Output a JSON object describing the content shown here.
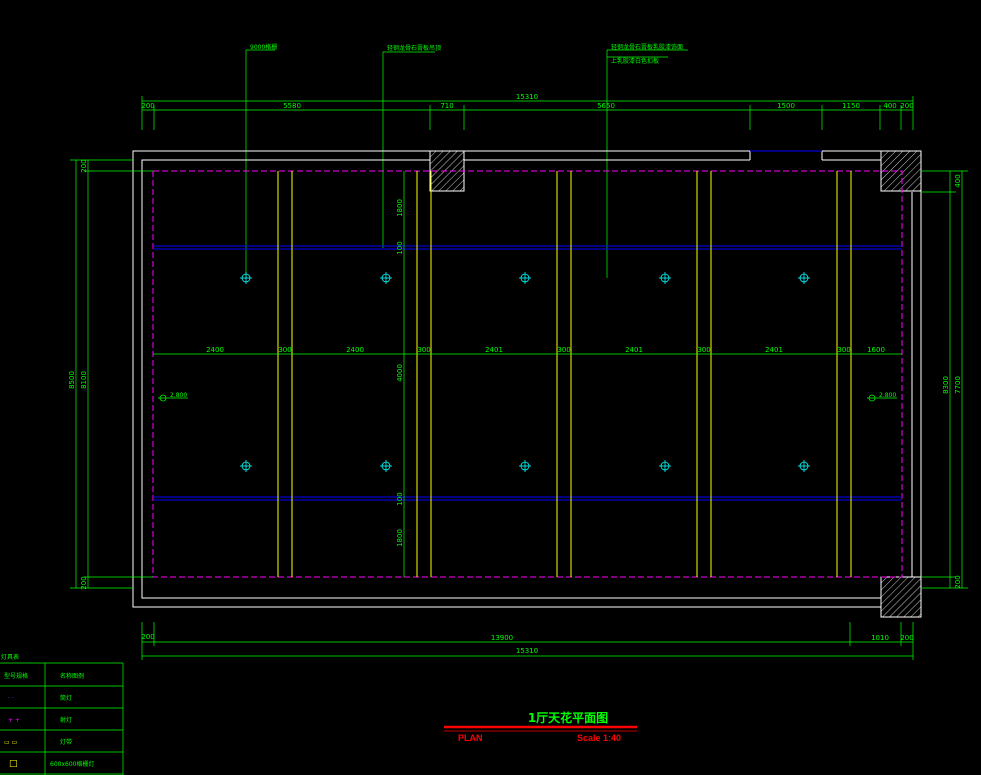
{
  "drawing": {
    "title": "1厅天花平面图",
    "plan_label": "PLAN",
    "scale_label": "Scale 1:40"
  },
  "colors": {
    "background": "#000000",
    "wall": "#ffffff",
    "dimension": "#00ff00",
    "beam": "#0000ff",
    "light_strip": "#ffff00",
    "outline": "#ff00ff",
    "fixture": "#00ffff",
    "title_bar": "#ff0000"
  },
  "annotations": {
    "note1": "9000格栅",
    "note2": "轻钢龙骨石膏板吊顶",
    "note3": "轻钢龙骨石膏板乳胶漆饰面",
    "note4": "上乳胶漆白色扣板",
    "elev_left": "2.800",
    "elev_right": "2.800"
  },
  "dims_top": {
    "total": "15310",
    "segments": [
      "200",
      "5580",
      "710",
      "5650",
      "1500",
      "1150",
      "400",
      "200"
    ]
  },
  "dims_bottom": {
    "total": "15310",
    "segments": [
      "200",
      "13900",
      "1010",
      "200"
    ]
  },
  "dims_left": [
    "8500",
    "8100",
    "200",
    "200"
  ],
  "dims_right": [
    "7700",
    "8300",
    "400",
    "200"
  ],
  "dims_inner_vertical": [
    "1800",
    "100",
    "4000",
    "100",
    "1800"
  ],
  "dims_mid_row": [
    "2400",
    "300",
    "2400",
    "300",
    "2401",
    "300",
    "2401",
    "300",
    "2401",
    "300",
    "1600"
  ],
  "legend": {
    "header": "灯具表",
    "rows": [
      {
        "symbol": "型号规格",
        "desc": "名称图例"
      },
      {
        "symbol": "· ·",
        "desc": "筒灯"
      },
      {
        "symbol": "+ +",
        "desc": "射灯"
      },
      {
        "symbol": "▭ ▭",
        "desc": "灯带"
      },
      {
        "symbol": "□",
        "desc": "600x600格栅灯"
      }
    ]
  }
}
